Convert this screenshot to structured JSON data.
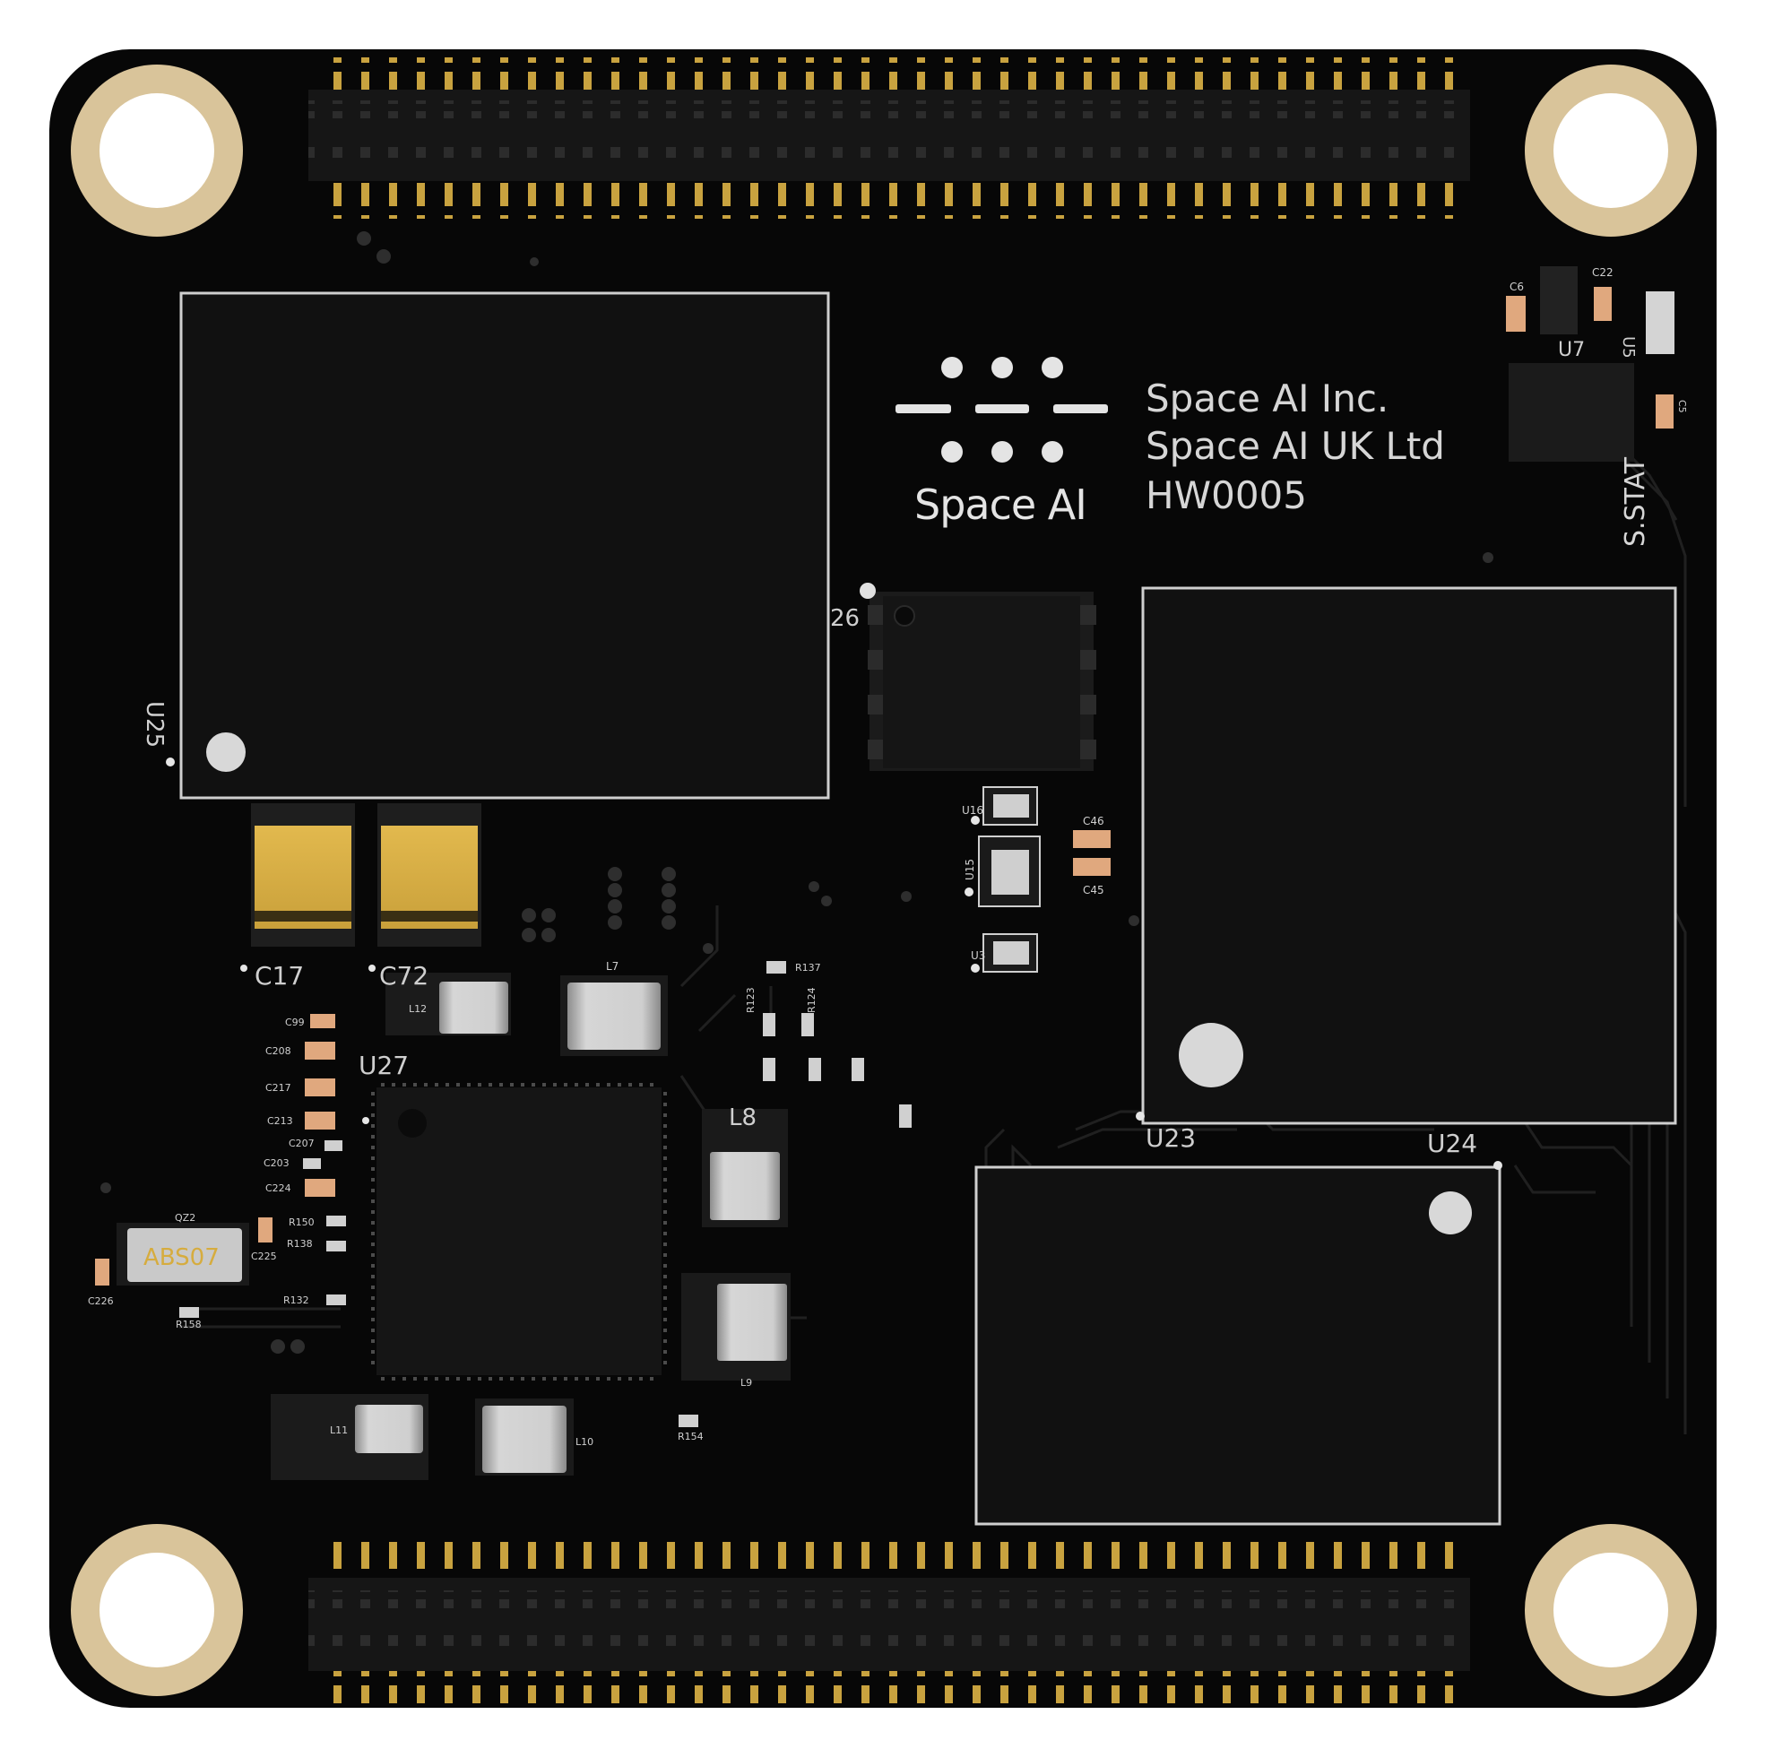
{
  "board": {
    "brand_logo_text": "Space AI",
    "company_lines": [
      "Space AI Inc.",
      "Space AI UK Ltd",
      "HW0005"
    ],
    "status_label": "S.STAT",
    "crystal_marking": "ABS07",
    "designators": {
      "u25": "U25",
      "u27": "U27",
      "u23": "U23",
      "u24": "U24",
      "u26_partial": "26",
      "u7": "U7",
      "u5": "U5",
      "u16": "U16",
      "u15": "U15",
      "u3": "U3",
      "c6": "C6",
      "c22": "C22",
      "c5": "C5",
      "c46": "C46",
      "c45": "C45",
      "c17": "C17",
      "c72": "C72",
      "c99": "C99",
      "c208": "C208",
      "c217": "C217",
      "c213": "C213",
      "c207": "C207",
      "c203": "C203",
      "c224": "C224",
      "c225": "C225",
      "c226": "C226",
      "qz2": "QZ2",
      "r137": "R137",
      "r123": "R123",
      "r124": "R124",
      "r150": "R150",
      "r138": "R138",
      "r132": "R132",
      "r158": "R158",
      "r154": "R154",
      "l7": "L7",
      "l8": "L8",
      "l9": "L9",
      "l10": "L10",
      "l11": "L11",
      "l12": "L12"
    }
  }
}
